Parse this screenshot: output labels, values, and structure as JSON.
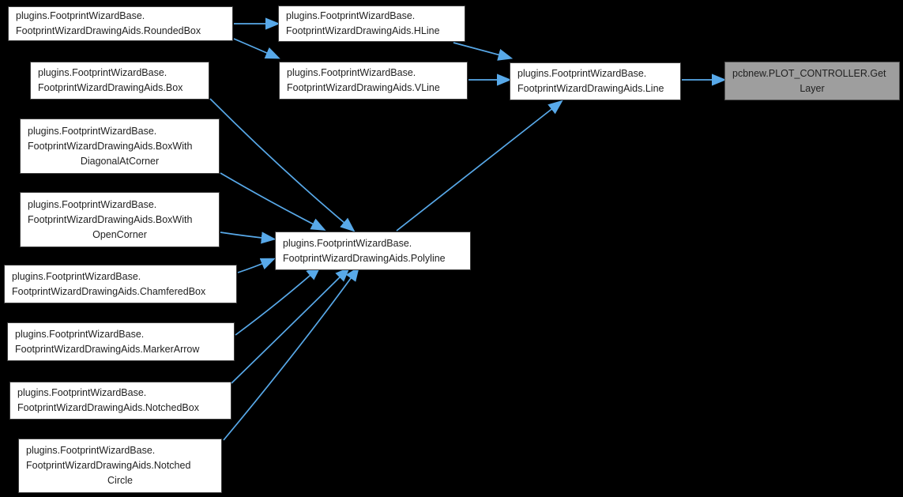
{
  "diagram": {
    "type": "call-graph",
    "background_color": "#000000",
    "edge_color": "#58a9e9",
    "node_style": {
      "fill": "#ffffff",
      "border": "#3d3d3d",
      "text": "#1f1f1f"
    },
    "highlight_node_style": {
      "fill": "#9e9e9e",
      "border": "#525252"
    },
    "nodes": [
      {
        "id": "rounded_box",
        "lines": [
          "plugins.FootprintWizardBase.",
          "FootprintWizardDrawingAids.RoundedBox"
        ],
        "highlighted": false
      },
      {
        "id": "hline",
        "lines": [
          "plugins.FootprintWizardBase.",
          "FootprintWizardDrawingAids.HLine"
        ],
        "highlighted": false
      },
      {
        "id": "box",
        "lines": [
          "plugins.FootprintWizardBase.",
          "FootprintWizardDrawingAids.Box"
        ],
        "highlighted": false
      },
      {
        "id": "vline",
        "lines": [
          "plugins.FootprintWizardBase.",
          "FootprintWizardDrawingAids.VLine"
        ],
        "highlighted": false
      },
      {
        "id": "line",
        "lines": [
          "plugins.FootprintWizardBase.",
          "FootprintWizardDrawingAids.Line"
        ],
        "highlighted": false
      },
      {
        "id": "getlayer",
        "lines": [
          "pcbnew.PLOT_CONTROLLER.Get",
          "Layer"
        ],
        "highlighted": true
      },
      {
        "id": "boxwith_diagonal",
        "lines": [
          "plugins.FootprintWizardBase.",
          "FootprintWizardDrawingAids.BoxWith",
          "DiagonalAtCorner"
        ],
        "highlighted": false
      },
      {
        "id": "boxwith_open",
        "lines": [
          "plugins.FootprintWizardBase.",
          "FootprintWizardDrawingAids.BoxWith",
          "OpenCorner"
        ],
        "highlighted": false
      },
      {
        "id": "polyline",
        "lines": [
          "plugins.FootprintWizardBase.",
          "FootprintWizardDrawingAids.Polyline"
        ],
        "highlighted": false
      },
      {
        "id": "chamfered_box",
        "lines": [
          "plugins.FootprintWizardBase.",
          "FootprintWizardDrawingAids.ChamferedBox"
        ],
        "highlighted": false
      },
      {
        "id": "marker_arrow",
        "lines": [
          "plugins.FootprintWizardBase.",
          "FootprintWizardDrawingAids.MarkerArrow"
        ],
        "highlighted": false
      },
      {
        "id": "notched_box",
        "lines": [
          "plugins.FootprintWizardBase.",
          "FootprintWizardDrawingAids.NotchedBox"
        ],
        "highlighted": false
      },
      {
        "id": "notched_circle",
        "lines": [
          "plugins.FootprintWizardBase.",
          "FootprintWizardDrawingAids.Notched",
          "Circle"
        ],
        "highlighted": false
      }
    ],
    "edges": [
      {
        "from": "rounded_box",
        "to": "hline"
      },
      {
        "from": "rounded_box",
        "to": "vline"
      },
      {
        "from": "box",
        "to": "polyline"
      },
      {
        "from": "boxwith_diagonal",
        "to": "polyline"
      },
      {
        "from": "boxwith_open",
        "to": "polyline"
      },
      {
        "from": "chamfered_box",
        "to": "polyline"
      },
      {
        "from": "marker_arrow",
        "to": "polyline"
      },
      {
        "from": "notched_box",
        "to": "polyline"
      },
      {
        "from": "notched_circle",
        "to": "polyline"
      },
      {
        "from": "hline",
        "to": "line"
      },
      {
        "from": "vline",
        "to": "line"
      },
      {
        "from": "polyline",
        "to": "line"
      },
      {
        "from": "line",
        "to": "getlayer"
      }
    ]
  }
}
